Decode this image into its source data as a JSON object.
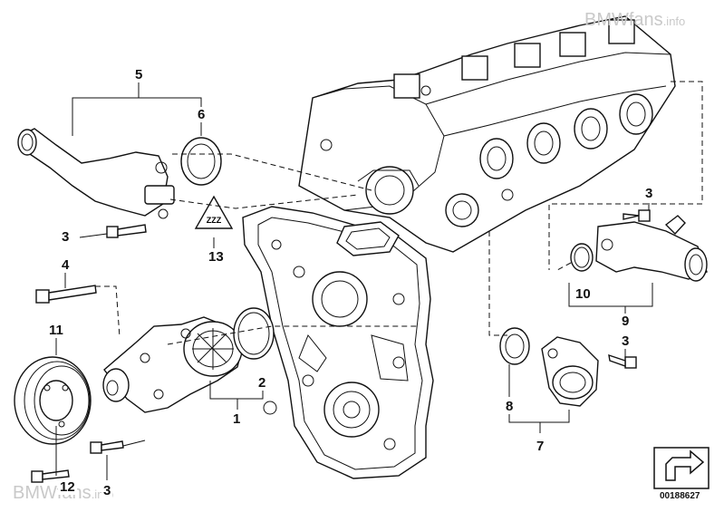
{
  "watermark_top": "BMWfans",
  "watermark_top_suffix": ".info",
  "watermark_bottom": "BMWfans",
  "watermark_bottom_suffix": ".info",
  "document_number": "00188627",
  "callouts": {
    "c1": "1",
    "c2": "2",
    "c3_left_hose": "3",
    "c3_right_top": "3",
    "c3_right_mid": "3",
    "c3_bottom": "3",
    "c4": "4",
    "c5": "5",
    "c6": "6",
    "c7": "7",
    "c8": "8",
    "c9": "9",
    "c10": "10",
    "c11": "11",
    "c12": "12",
    "c13": "13"
  },
  "warning_label_text": "ZZZ"
}
